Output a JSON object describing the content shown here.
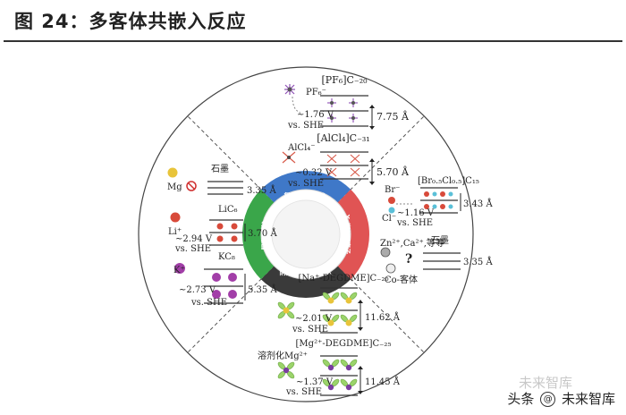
{
  "figure": {
    "title": "图 24：多客体共嵌入反应"
  },
  "center": {
    "ring_labels": [
      "复合阴离子嵌入",
      "Y- 嵌入阳离子",
      "阴离子-溶剂共嵌入",
      "阳离子嵌入"
    ]
  },
  "q_top": {
    "s1_formula": "[PF₆]C₋₂₀",
    "s1_ion": "PF₆⁻",
    "s1_voltage": "~1.76 V",
    "s1_ref": "vs. SHE",
    "s1_spacing": "7.75 Å",
    "s2_formula": "[AlCl₄]C₋₃₁",
    "s2_ion": "AlCl₄⁻",
    "s2_voltage": "~0.32 V",
    "s2_ref": "vs. SHE",
    "s2_spacing": "5.70 Å"
  },
  "q_left": {
    "ions": [
      "Mg",
      "Li⁺",
      "K⁺"
    ],
    "graphite": "石墨",
    "graphite_spacing": "3.35 Å",
    "lic6": "LiC₆",
    "lic6_voltage": "~2.94 V",
    "lic6_ref": "vs. SHE",
    "lic6_spacing": "3.70 Å",
    "kc8": "KC₈",
    "kc8_voltage": "~2.73 V",
    "kc8_ref": "vs. SHE",
    "kc8_spacing": "5.35 Å"
  },
  "q_right": {
    "br": "Br⁻",
    "cl": "Cl⁻",
    "formula": "[Br₀.₅Cl₀.₅]C₁₅",
    "voltage": "~1.16 V",
    "ref": "vs. SHE",
    "spacing": "3.43 Å",
    "zn_label": "Zn²⁺,Ca²⁺,等等",
    "graphite": "石墨",
    "question": "?",
    "co_guest": "Co-客体",
    "graphite_spacing": "3.35 Å"
  },
  "q_bottom": {
    "s1_formula": "[Na⁺-DEGDME]C₋₂₀",
    "s1_voltage": "~2.01 V",
    "s1_ref": "vs. SHE",
    "s1_spacing": "11.62 Å",
    "s2_formula": "[Mg²⁺-DEGDME]C₋₂₅",
    "s2_ion": "溶剂化Mg²⁺",
    "s2_voltage": "~1.37 V",
    "s2_ref": "vs. SHE",
    "s2_spacing": "11.45 Å"
  },
  "watermark": {
    "prefix": "头条",
    "brand": "未来智库",
    "faint": "未来智库"
  },
  "colors": {
    "ring_blue": "#3f78c8",
    "ring_red": "#e05454",
    "ring_dark": "#3a3a3a",
    "ring_green": "#3aa64a",
    "mg": "#e8c43a",
    "li": "#d84a3a",
    "k": "#a23ea8",
    "pf6": "#8e4fb5",
    "cl_green": "#9bd46a",
    "br_cyan": "#5ac0d8",
    "alcl_red": "#d85a4a"
  }
}
